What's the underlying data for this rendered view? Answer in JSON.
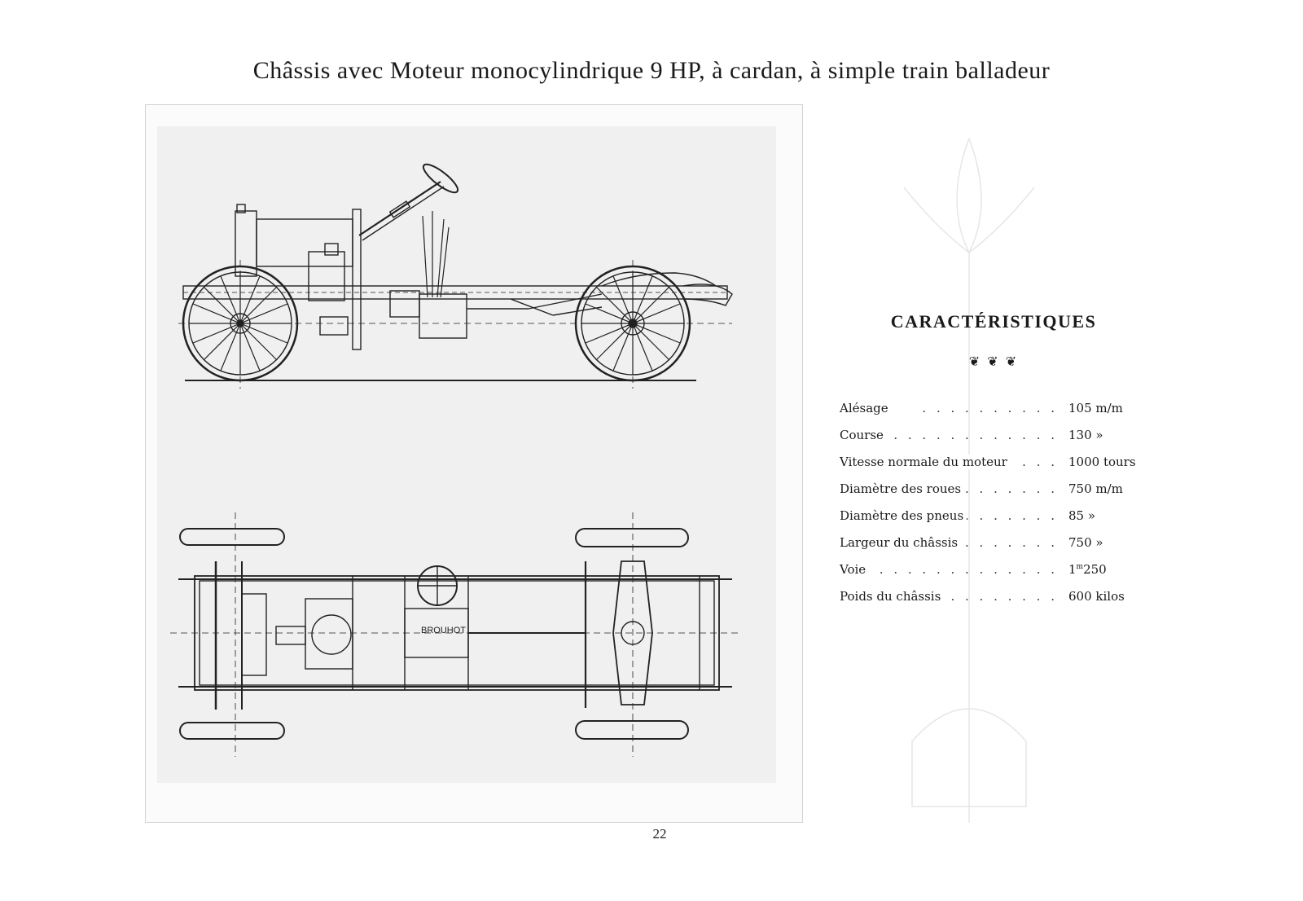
{
  "page": {
    "title": "Châssis avec Moteur monocylindrique 9 HP, à cardan, à simple train balladeur",
    "page_number": "22"
  },
  "specs": {
    "heading": "CARACTÉRISTIQUES",
    "ornament": "❦ ❦ ❦",
    "rows": [
      {
        "label": "Alésage",
        "dots": ". . . . . . . . . .",
        "value": "105 m/m"
      },
      {
        "label": "Course",
        "dots": ". . . . . . . . . . . .",
        "value": "130 »"
      },
      {
        "label": "Vitesse normale du moteur",
        "dots": ". . .",
        "value": "1000 tours"
      },
      {
        "label": "Diamètre des roues",
        "dots": ". . . . . . .",
        "value": "750 m/m"
      },
      {
        "label": "Diamètre des pneus",
        "dots": ". . . . . . .",
        "value": "85 »"
      },
      {
        "label": "Largeur du châssis",
        "dots": ". . . . . . .",
        "value": "750 »"
      },
      {
        "label": "Voie",
        "dots": ". . . . . . . . . . . . .",
        "value_main": "1",
        "value_sup": "m",
        "value_rest": "250"
      },
      {
        "label": "Poids du châssis",
        "dots": ". . . . . . . .",
        "value": "600 kilos"
      }
    ]
  },
  "drawing": {
    "plate_label": "BROUHOT"
  }
}
